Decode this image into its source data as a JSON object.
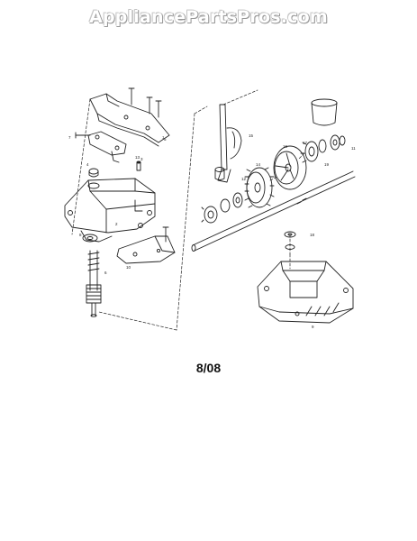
{
  "watermark": "AppliancePartsPros.com",
  "date_code": "8/08",
  "callouts": [
    "1",
    "2",
    "3",
    "4",
    "5",
    "6",
    "7",
    "8",
    "9",
    "10",
    "11",
    "12",
    "13",
    "14",
    "15",
    "16",
    "17",
    "18",
    "19"
  ]
}
